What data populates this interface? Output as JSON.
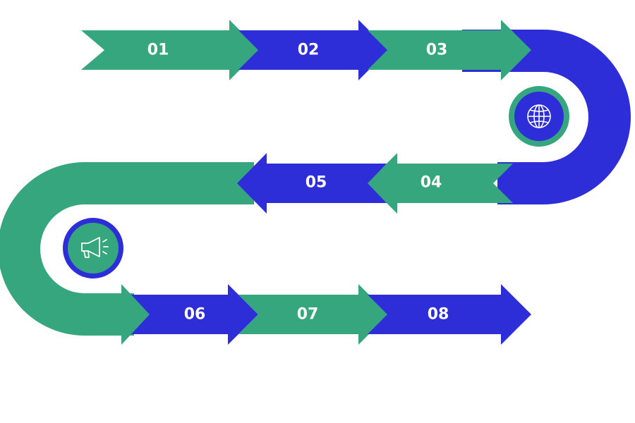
{
  "colors": {
    "green": "#35a67e",
    "blue": "#2e2ed9",
    "icon_stroke": "#ffffff"
  },
  "steps": [
    {
      "label": "01",
      "color": "green"
    },
    {
      "label": "02",
      "color": "blue"
    },
    {
      "label": "03",
      "color": "green"
    },
    {
      "label": "04",
      "color": "green"
    },
    {
      "label": "05",
      "color": "blue"
    },
    {
      "label": "06",
      "color": "blue"
    },
    {
      "label": "07",
      "color": "green"
    },
    {
      "label": "08",
      "color": "blue"
    }
  ],
  "icons": [
    {
      "name": "globe-icon"
    },
    {
      "name": "megaphone-icon"
    }
  ]
}
